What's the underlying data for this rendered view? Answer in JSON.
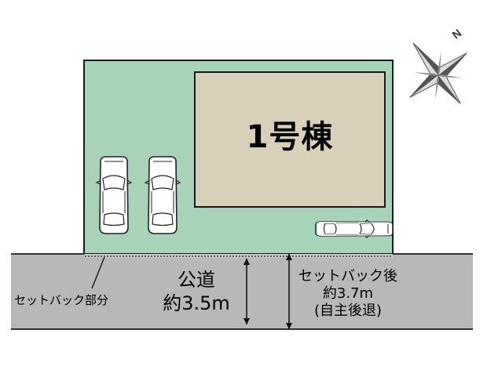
{
  "colors": {
    "lot": "#a7d4b8",
    "building": "#d8d0b8",
    "road": "#b8b8b8",
    "outline": "#1a1a1a"
  },
  "compass": {
    "north_label": "N"
  },
  "building": {
    "name": "1号棟"
  },
  "road": {
    "line1": "公道",
    "line2": "約3.5m"
  },
  "setback_after": {
    "line1": "セットバック後",
    "line2": "約3.7m",
    "line3": "(自主後退)"
  },
  "setback_part": {
    "label": "セットバック部分"
  },
  "icons": [
    "compass-rose-icon",
    "car-icon"
  ]
}
